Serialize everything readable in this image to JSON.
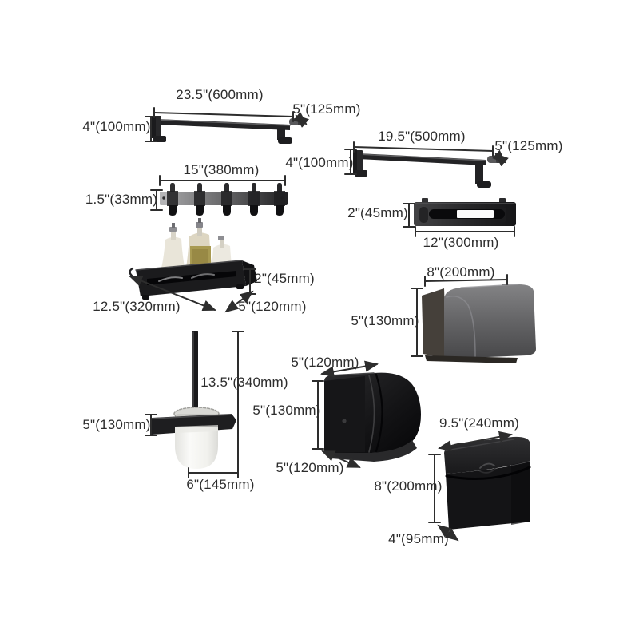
{
  "page": {
    "background": "#ffffff",
    "text_color": "#2d2d2d",
    "line_color": "#2d2d2d",
    "product_black": "#1a1a1c",
    "product_gray": "#6a6a6c"
  },
  "items": [
    {
      "id": "towel-bar-600",
      "dims": {
        "length": "23.5\"(600mm)",
        "depth": "5\"(125mm)",
        "height": "4\"(100mm)"
      }
    },
    {
      "id": "towel-bar-500",
      "dims": {
        "length": "19.5\"(500mm)",
        "depth": "5\"(125mm)",
        "height": "4\"(100mm)"
      }
    },
    {
      "id": "hook-rail",
      "dims": {
        "length": "15\"(380mm)",
        "height": "1.5\"(33mm)"
      }
    },
    {
      "id": "towel-rail-underside",
      "dims": {
        "height": "2\"(45mm)",
        "length": "12\"(300mm)"
      }
    },
    {
      "id": "shelf-basket",
      "dims": {
        "height": "2\"(45mm)",
        "length": "12.5\"(320mm)",
        "depth": "5\"(120mm)"
      }
    },
    {
      "id": "covered-paper-holder",
      "dims": {
        "length": "8\"(200mm)",
        "height": "5\"(130mm)"
      }
    },
    {
      "id": "toilet-brush-holder",
      "dims": {
        "height": "13.5\"(340mm)",
        "mount": "5\"(130mm)",
        "base": "6\"(145mm)"
      }
    },
    {
      "id": "roll-paper-holder",
      "dims": {
        "width": "5\"(120mm)",
        "height": "5\"(130mm)",
        "depth": "5\"(120mm)"
      }
    },
    {
      "id": "tissue-box-holder",
      "dims": {
        "length": "9.5\"(240mm)",
        "height": "8\"(200mm)",
        "depth": "4\"(95mm)"
      }
    }
  ]
}
